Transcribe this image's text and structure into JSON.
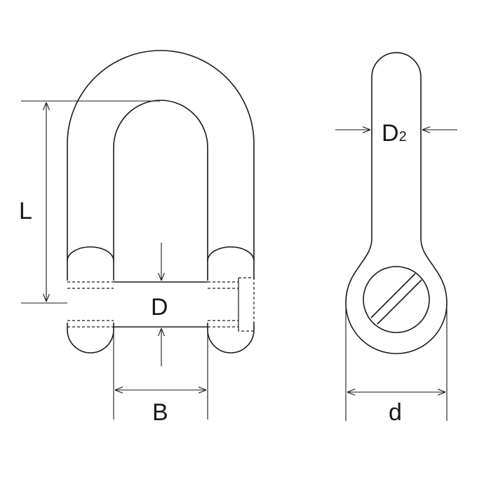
{
  "diagram": {
    "labels": {
      "L": "L",
      "D": "D",
      "B": "B",
      "D2_main": "D",
      "D2_sub": "2",
      "d": "d"
    },
    "stroke_color": "#1a1a1a",
    "background": "#ffffff"
  }
}
